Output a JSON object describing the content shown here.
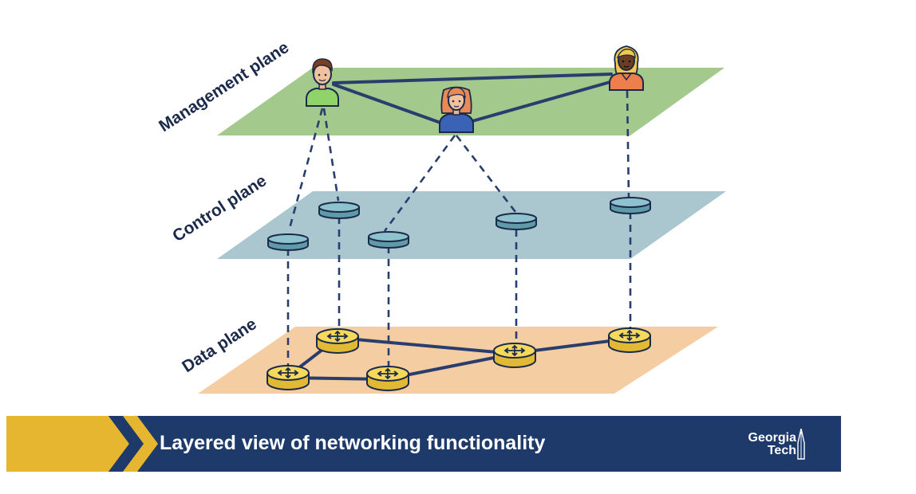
{
  "diagram": {
    "planes": {
      "management": "Management plane",
      "control": "Control plane",
      "data": "Data plane"
    }
  },
  "banner": {
    "title": "Layered view of networking functionality",
    "logo_line1": "Georgia",
    "logo_line2": "Tech"
  },
  "colors": {
    "management_plane": "#a3c98c",
    "control_plane": "#aac6cf",
    "data_plane": "#f4cea2",
    "banner_background": "#1d3a6b",
    "banner_accent": "#e7b630",
    "router": "#f1cd46",
    "controller": "#5f9aa8",
    "links": "#2a3e6e"
  },
  "icons": [
    "person-male-icon",
    "person-female-icon",
    "person-female-dark-icon",
    "controller-icon",
    "router-icon",
    "tech-tower-icon"
  ]
}
